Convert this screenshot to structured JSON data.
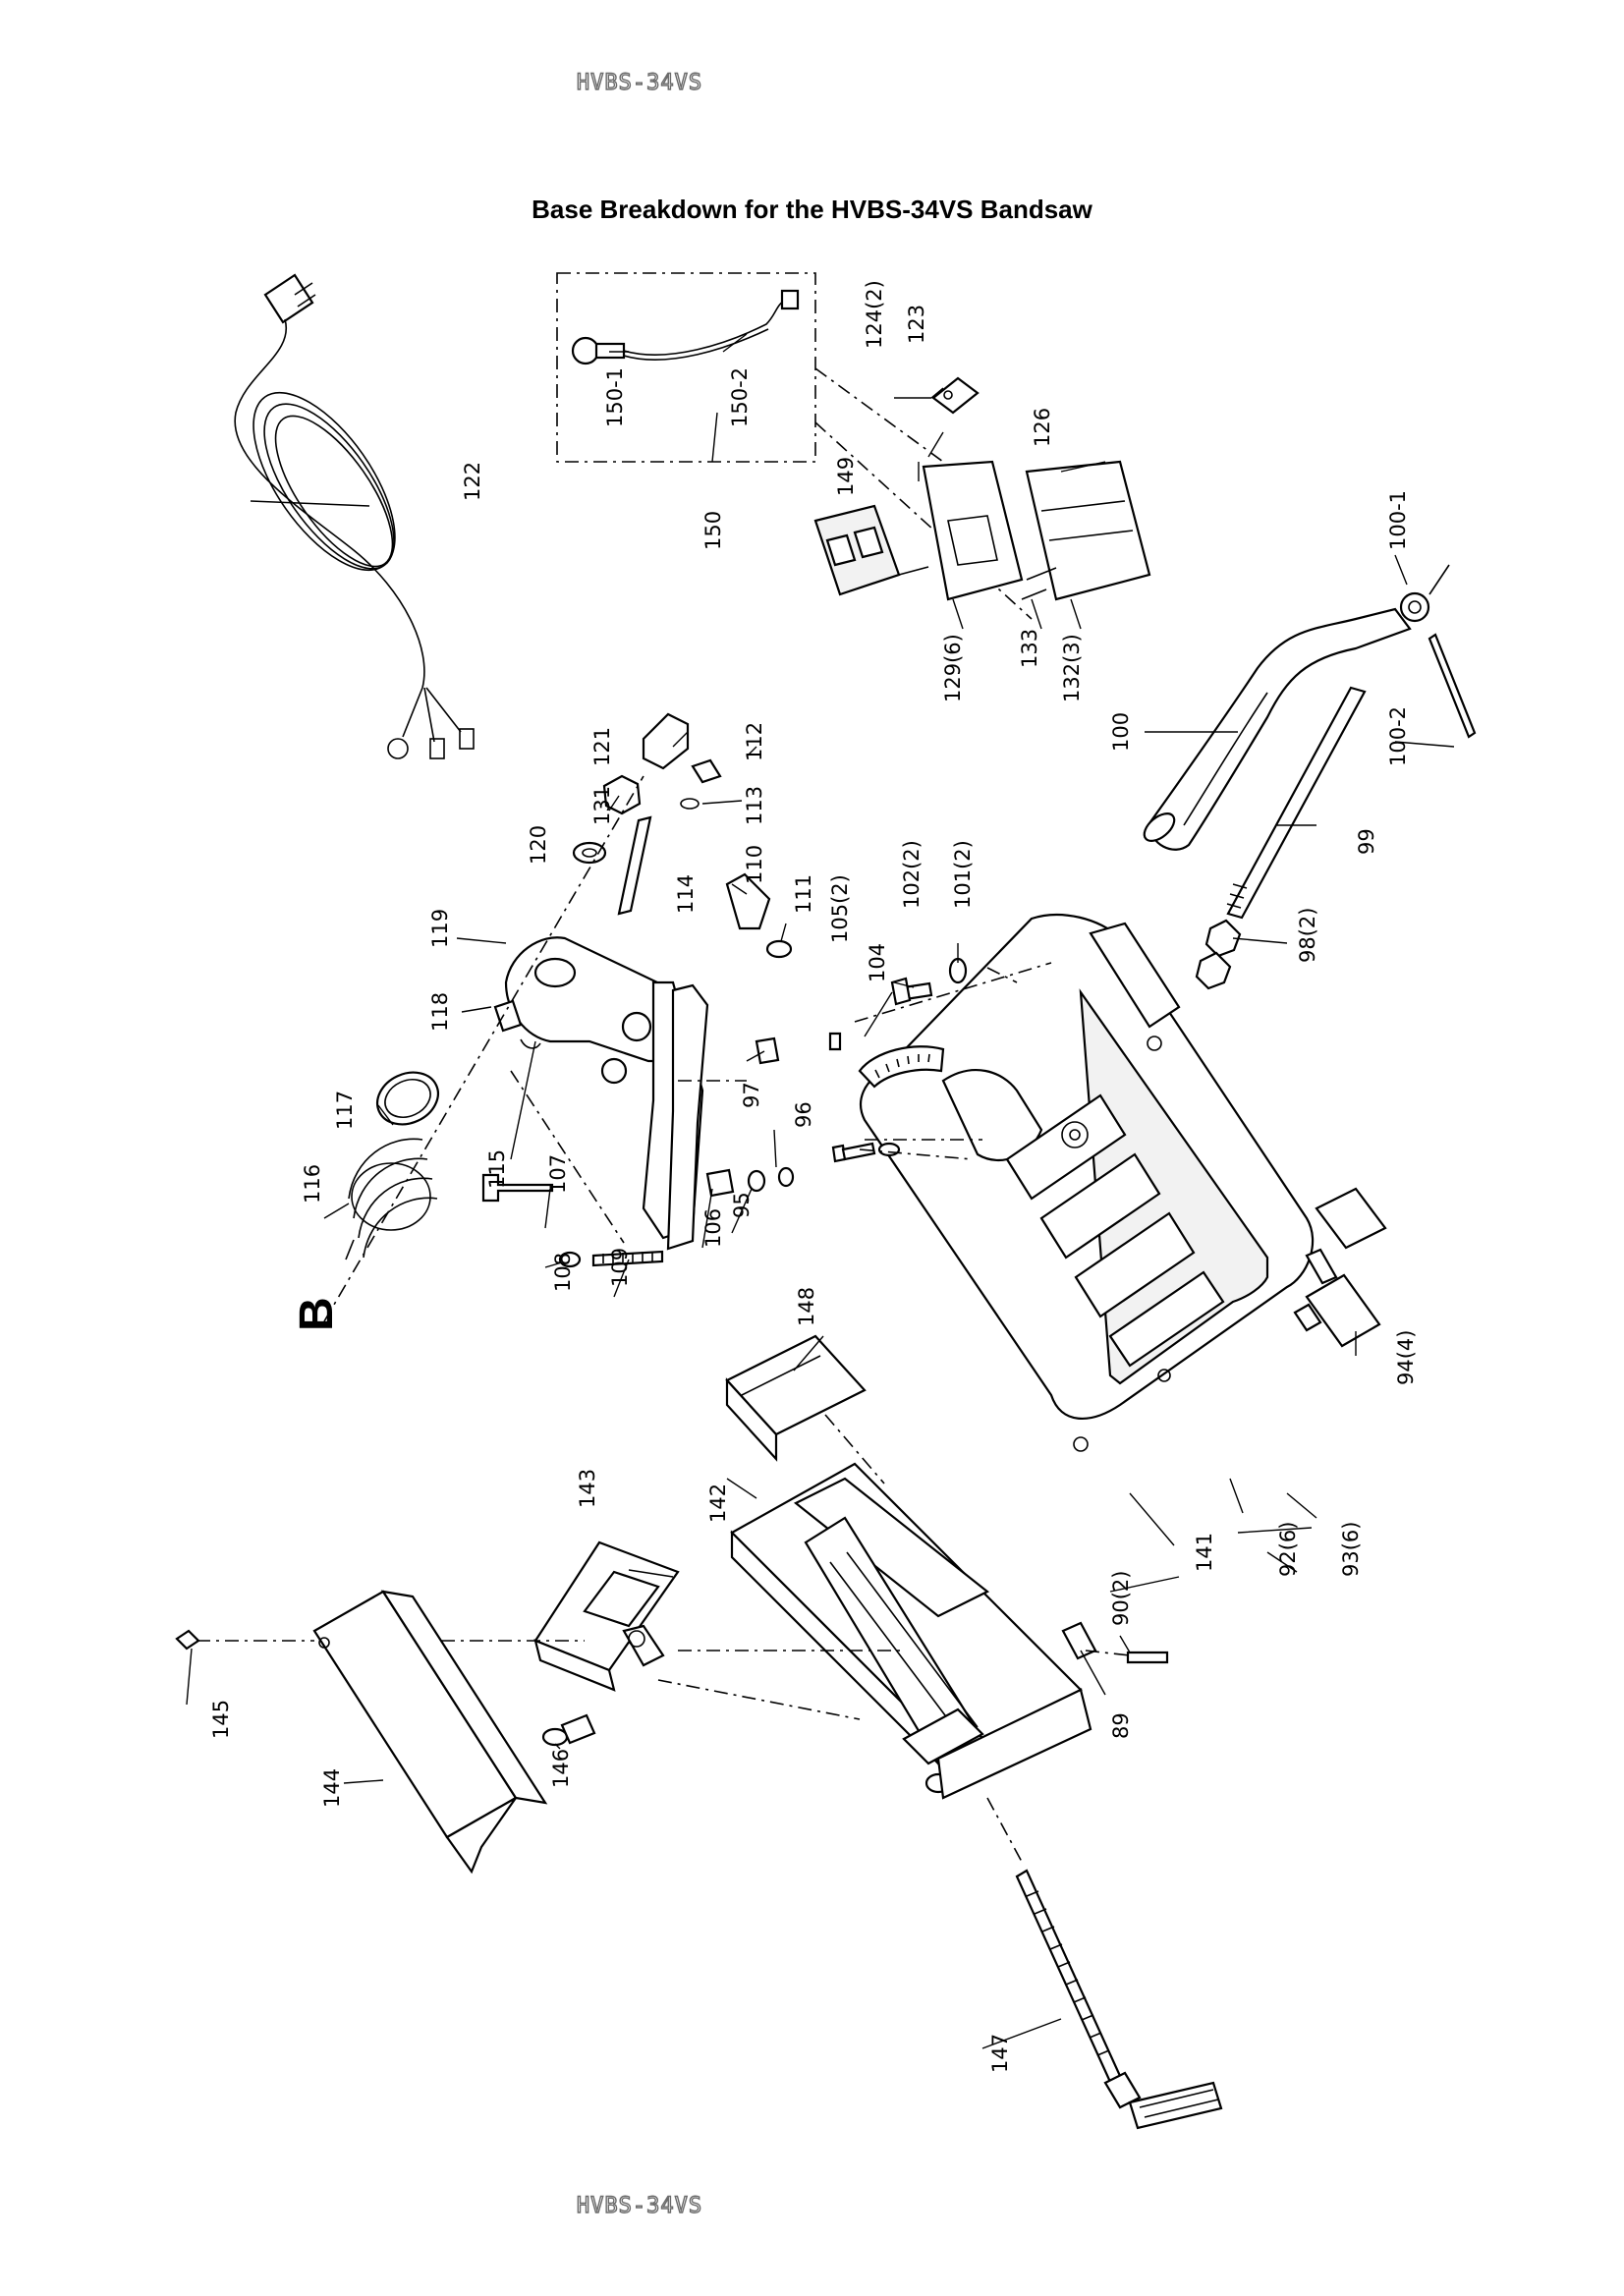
{
  "header": {
    "model_top": "HVBS-34VS",
    "model_bottom": "HVBS-34VS"
  },
  "title": "Base Breakdown for the HVBS-34VS Bandsaw",
  "view_letter": "B",
  "part_labels": {
    "p90": "90(2)",
    "p89": "89",
    "p92": "92(6)",
    "p93": "93(6)",
    "p94": "94(4)",
    "p95": "95",
    "p96": "96",
    "p97": "97",
    "p98": "98(2)",
    "p99": "99",
    "p100": "100",
    "p100_1": "100-1",
    "p100_2": "100-2",
    "p101": "101(2)",
    "p102": "102(2)",
    "p104": "104",
    "p105": "105(2)",
    "p106": "106",
    "p107": "107",
    "p108": "108",
    "p109": "109",
    "p110": "110",
    "p111": "111",
    "p112": "112",
    "p113": "113",
    "p114": "114",
    "p115": "115",
    "p116": "116",
    "p117": "117",
    "p118": "118",
    "p119": "119",
    "p120": "120",
    "p121": "121",
    "p122": "122",
    "p123": "123",
    "p124": "124(2)",
    "p126": "126",
    "p129": "129(6)",
    "p131": "131",
    "p132": "132(3)",
    "p133": "133",
    "p141": "141",
    "p142": "142",
    "p143": "143",
    "p144": "144",
    "p145": "145",
    "p146": "146",
    "p147": "147",
    "p148": "148",
    "p149": "149",
    "p150": "150",
    "p150_1": "150-1",
    "p150_2": "150-2"
  }
}
